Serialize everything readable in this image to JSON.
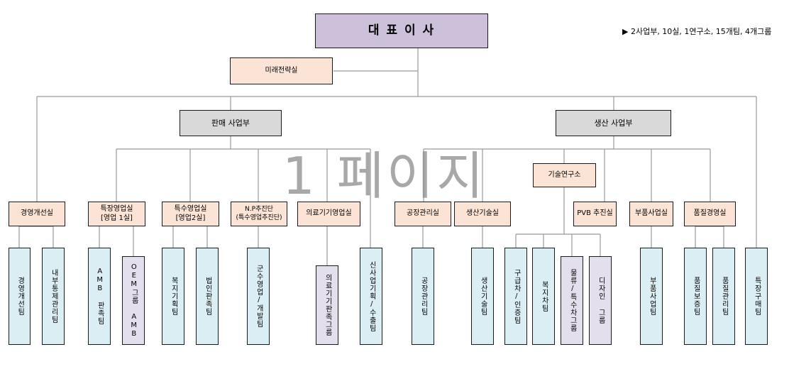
{
  "note": "▶ 2사업부, 10실, 1연구소, 15개팀, 4개그룹",
  "watermark": "1 페이지",
  "ceo": "대 표 이 사",
  "future_strategy": "미래전략실",
  "sales_division": "판매 사업부",
  "production_division": "생산 사업부",
  "tech_lab": "기술연구소",
  "offices": {
    "management": "경영개선실",
    "special_sales1": "특장영업실\n[영업 1실]",
    "special_sales2": "특수영업실\n[영업2실]",
    "np_team": "N.P추진단\n(특수영업추진단)",
    "medical": "의료기기영업실",
    "factory": "공장관리실",
    "prod_tech": "생산기술실",
    "pvb": "PVB 추진실",
    "parts": "부품사업실",
    "quality": "품질경영실"
  },
  "teams": {
    "mgmt_improve": "경영개선팀",
    "internal_audit": "내부통제관리팀",
    "amb_sales": "AMB 판족팀",
    "oem_amb": "OEM그룹 AMB",
    "welfare_plan": "복지기획팀",
    "corp_sales": "법인판족팀",
    "military": "군수영업/개발팀",
    "medical_group": "의료기기판족그룹",
    "new_biz": "신사업기획/수출팀",
    "factory_team": "공장관리팀",
    "prod_tech_team": "생산기술팀",
    "purchase": "구급차/인증팀",
    "welfare_car": "복지차팀",
    "logistics": "물류/특수차그룹",
    "design": "디자인 그룹",
    "parts_team": "부품사업팀",
    "qa": "품질보증팀",
    "qm": "품질관리팀",
    "special_purchase": "특장구매팀"
  }
}
